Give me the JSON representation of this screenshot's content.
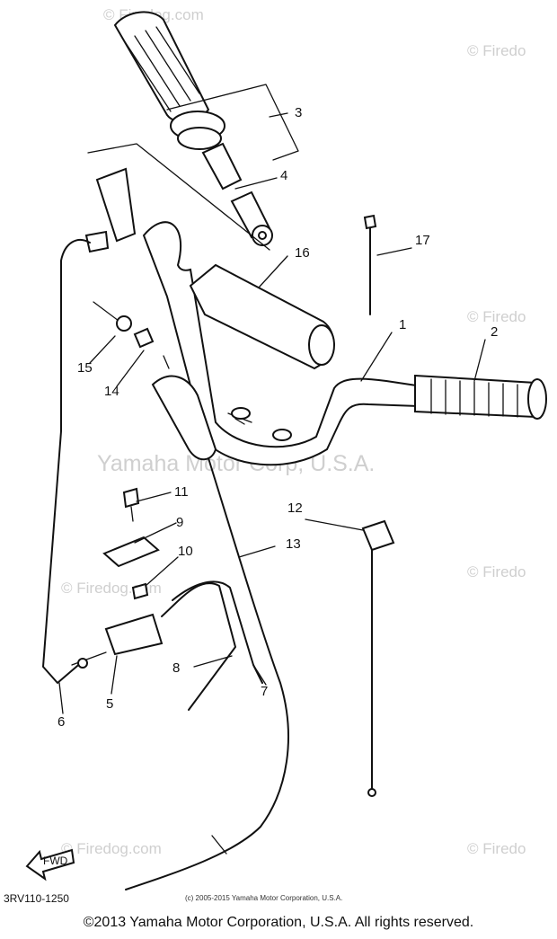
{
  "watermarks": {
    "site_top_left": "© Firedog.com",
    "site_top_right": "© Firedo",
    "site_mid_right": "© Firedo",
    "center": "Yamaha Motor Corp, U.S.A.",
    "site_mid_left": "© Firedog.com",
    "site_lower_right": "© Firedo",
    "site_bottom_center": "© Firedog.com",
    "site_bottom_right": "© Firedo"
  },
  "callouts": [
    "1",
    "2",
    "3",
    "4",
    "5",
    "6",
    "7",
    "8",
    "9",
    "10",
    "11",
    "12",
    "13",
    "14",
    "15",
    "16",
    "17"
  ],
  "diagram_code": "3RV110-1250",
  "fwd_label": "FWD",
  "inner_copyright": "(c) 2005-2015 Yamaha Motor Corporation, U.S.A.",
  "footer_copyright": "©2013 Yamaha Motor Corporation, U.S.A. All rights reserved."
}
